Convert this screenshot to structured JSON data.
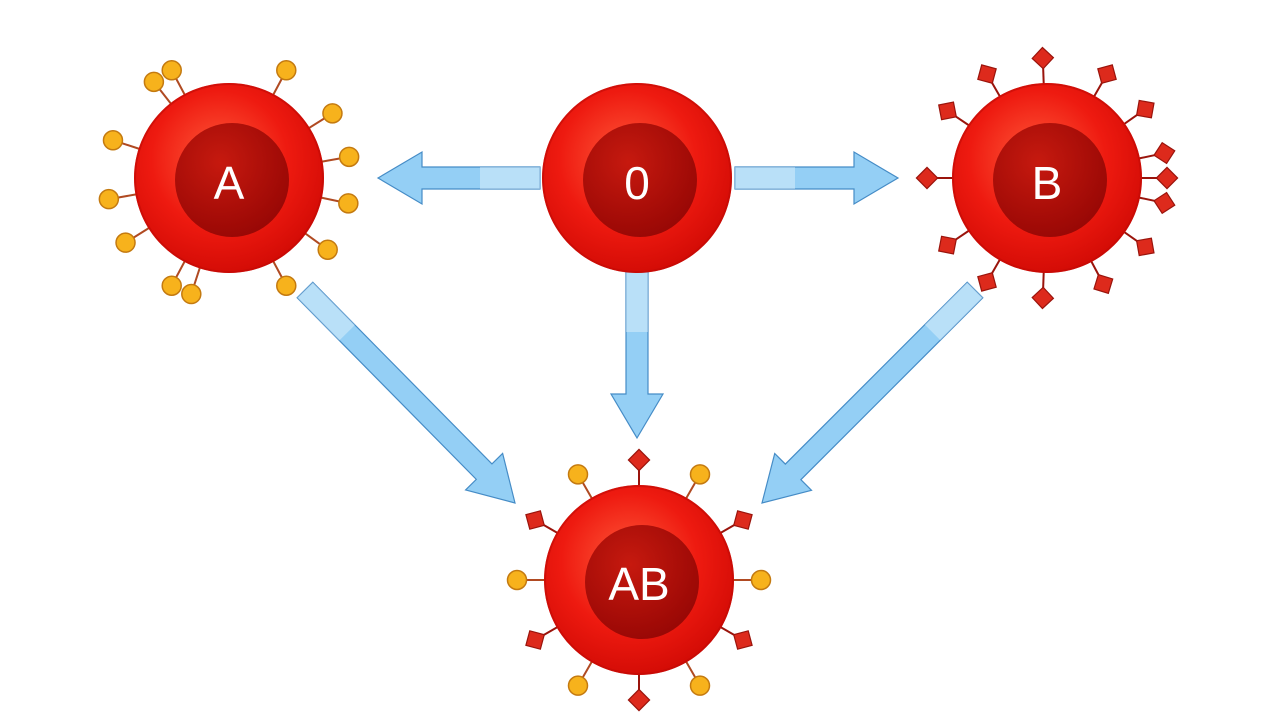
{
  "cells": {
    "o": {
      "label": "0",
      "antigens": "none"
    },
    "a": {
      "label": "A",
      "antigens": "circle"
    },
    "b": {
      "label": "B",
      "antigens": "diamond"
    },
    "ab": {
      "label": "AB",
      "antigens": "circle-and-diamond"
    }
  },
  "colors": {
    "cell_outer": "#ee1a10",
    "cell_inner": "#a50a06",
    "antigen_a_fill": "#f7b21c",
    "antigen_a_stroke": "#c47a10",
    "antigen_b_fill": "#dd2a1c",
    "antigen_b_stroke": "#9a140c",
    "arrow_fill": "#8fcdf5",
    "arrow_stroke": "#3c86c4",
    "background": "#ffffff"
  },
  "arrows": [
    {
      "from": "0",
      "to": "A"
    },
    {
      "from": "0",
      "to": "B"
    },
    {
      "from": "0",
      "to": "AB"
    },
    {
      "from": "A",
      "to": "AB"
    },
    {
      "from": "B",
      "to": "AB"
    }
  ]
}
